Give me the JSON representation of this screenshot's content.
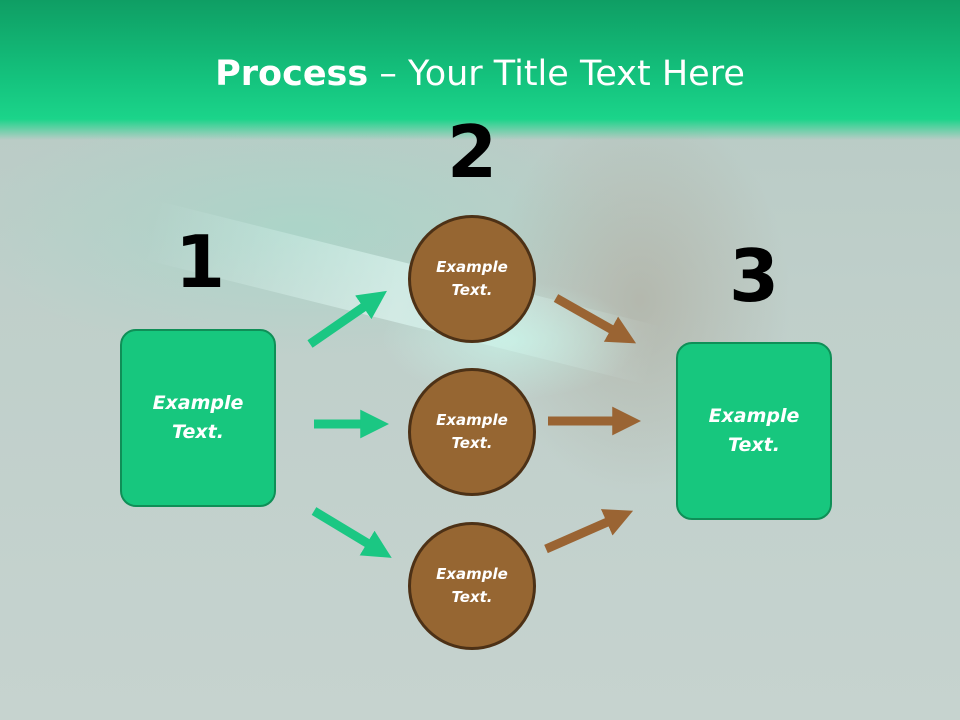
{
  "slide": {
    "title_bold": "Process",
    "title_rest": " – Your Title Text Here"
  },
  "steps": {
    "step1": {
      "number": "1",
      "text": "Example Text."
    },
    "step2": {
      "number": "2",
      "nodes": [
        "Example Text.",
        "Example Text.",
        "Example Text."
      ]
    },
    "step3": {
      "number": "3",
      "text": "Example Text."
    }
  },
  "colors": {
    "header_green": "#14c27d",
    "box_green": "#17c77e",
    "circle_brown": "#966632",
    "arrow_green": "#1bc783",
    "arrow_brown": "#9a6433"
  }
}
